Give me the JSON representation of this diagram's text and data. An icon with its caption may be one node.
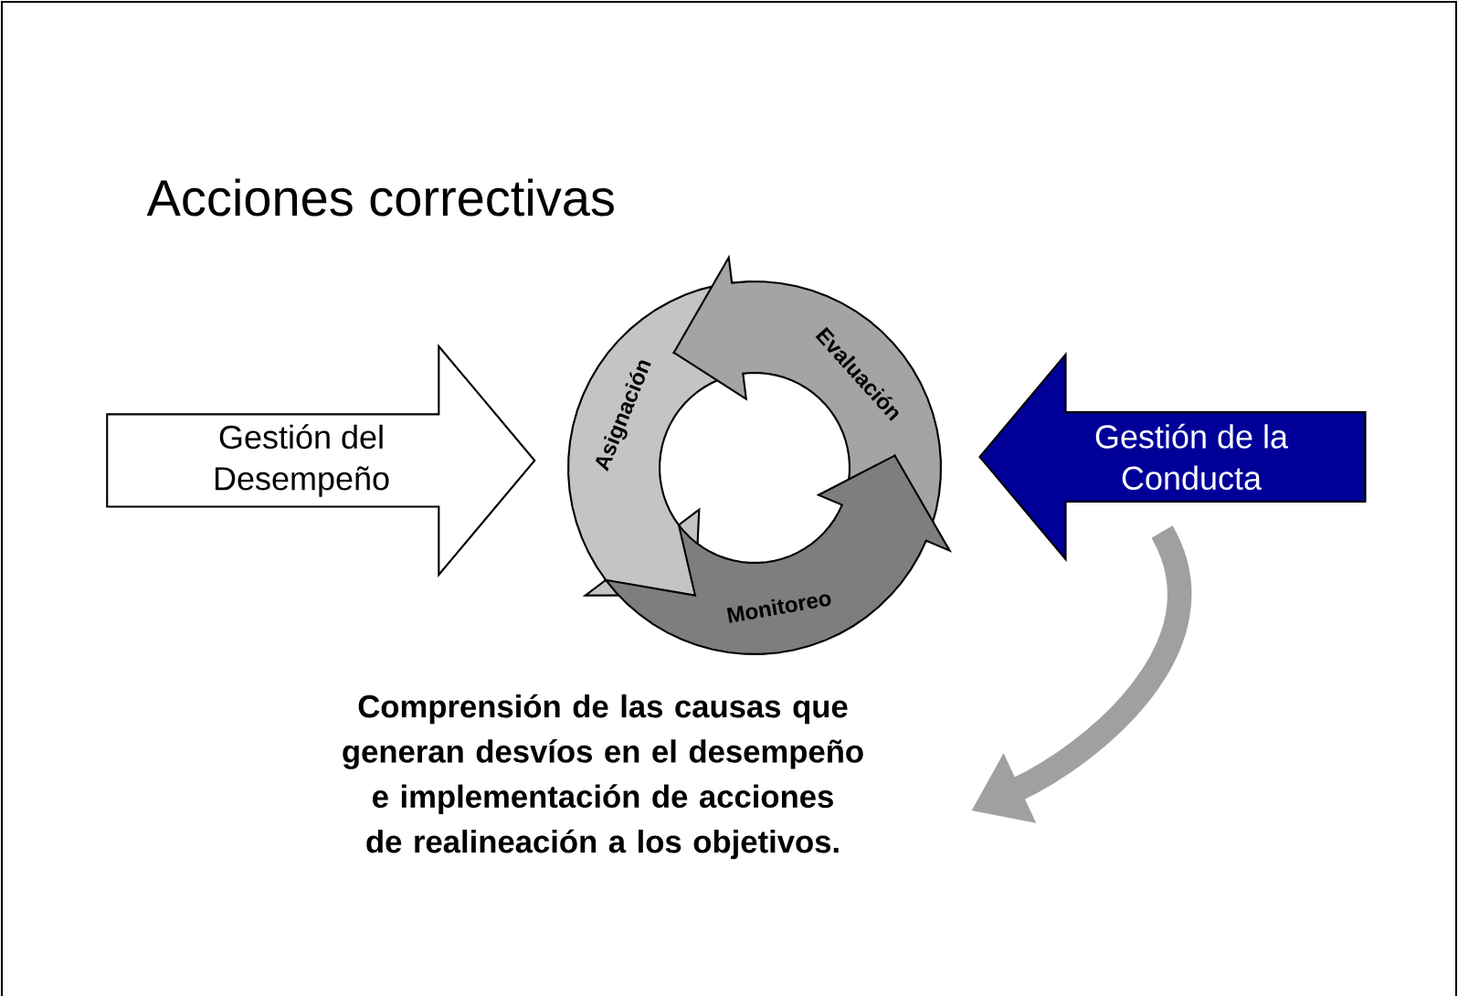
{
  "diagram": {
    "title": "Acciones correctivas",
    "nodes": [
      {
        "text": [
          "Gestión del Desempeño"
        ]
      },
      {
        "text": [
          "Gestión de la Conducta"
        ]
      },
      {
        "text": [
          "Asignación"
        ]
      },
      {
        "text": [
          "Evaluación"
        ]
      },
      {
        "text": [
          "Monitoreo"
        ]
      },
      {
        "text": [
          "Comprensión de las causas que generan desvíos en el desempeño e implementación de acciones de realineación a los objetivos."
        ]
      }
    ],
    "edges": [
      {
        "from": 1,
        "to": 5,
        "arrow": "to"
      }
    ]
  }
}
